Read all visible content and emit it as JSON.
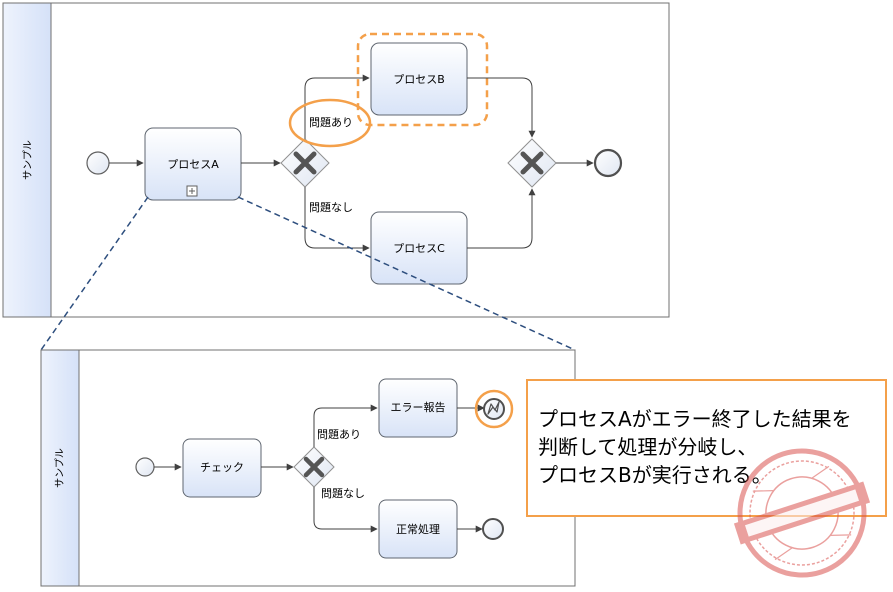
{
  "colors": {
    "task_fill_top": "#ffffff",
    "task_fill_bottom": "#dde7f8",
    "task_stroke": "#5f6670",
    "pool_header": "#dfe8fa",
    "gateway_x": "#555555",
    "highlight_orange": "#f4a04a",
    "connector_blue": "#2d4e7e",
    "stamp_red": "#d9534f"
  },
  "top_pool": {
    "label": "サンプル",
    "tasks": {
      "process_a": "プロセスA",
      "process_b": "プロセスB",
      "process_c": "プロセスC"
    },
    "conditions": {
      "problem": "問題あり",
      "no_problem": "問題なし"
    }
  },
  "sub_pool": {
    "label": "サンプル",
    "tasks": {
      "check": "チェック",
      "error_report": "エラー報告",
      "normal": "正常処理"
    },
    "conditions": {
      "problem": "問題あり",
      "no_problem": "問題なし"
    }
  },
  "callout": {
    "lines": [
      "プロセスAがエラー終了した結果を",
      "判断して処理が分岐し、",
      "プロセスBが実行される。"
    ]
  },
  "icons": {
    "subprocess_marker": "plus-box-icon",
    "gateway": "exclusive-gateway-x-icon",
    "error_end": "error-end-event-icon",
    "stamp": "protected-image-stamp"
  }
}
